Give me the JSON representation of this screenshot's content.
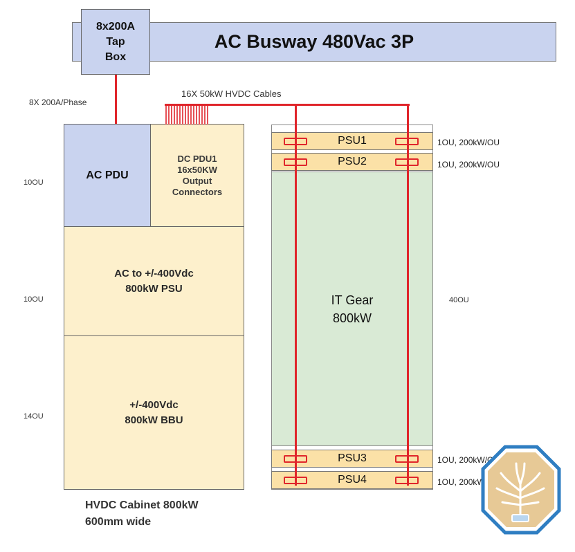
{
  "busway": {
    "title": "AC Busway 480Vac 3P"
  },
  "tap_box": {
    "line1": "8x200A",
    "line2": "Tap",
    "line3": "Box"
  },
  "phase_label": "8X 200A/Phase",
  "cables_label": "16X 50kW HVDC Cables",
  "cabinet": {
    "ac_pdu": "AC PDU",
    "dc_pdu": {
      "line1": "DC PDU1",
      "line2": "16x50KW",
      "line3": "Output",
      "line4": "Connectors"
    },
    "psu": {
      "line1": "AC to +/-400Vdc",
      "line2": "800kW PSU"
    },
    "bbu": {
      "line1": "+/-400Vdc",
      "line2": "800kW BBU"
    },
    "caption1": "HVDC Cabinet 800kW",
    "caption2": "600mm wide",
    "ou_top": "10OU",
    "ou_mid": "10OU",
    "ou_bot": "14OU"
  },
  "rack": {
    "psu1": "PSU1",
    "psu2": "PSU2",
    "psu3": "PSU3",
    "psu4": "PSU4",
    "it_gear_line1": "IT Gear",
    "it_gear_line2": "800kW",
    "ou_label": "40OU",
    "psu1_spec": "1OU, 200kW/OU",
    "psu2_spec": "1OU, 200kW/OU",
    "psu3_spec": "1OU, 200kW/OU",
    "psu4_spec": "1OU, 200kW/OU"
  },
  "colors": {
    "cable": "#e0252b",
    "blue_block": "#c9d3ef",
    "tan_block": "#fdf0cc",
    "it_gear": "#d9ead5",
    "psu": "#fbe1a7"
  }
}
